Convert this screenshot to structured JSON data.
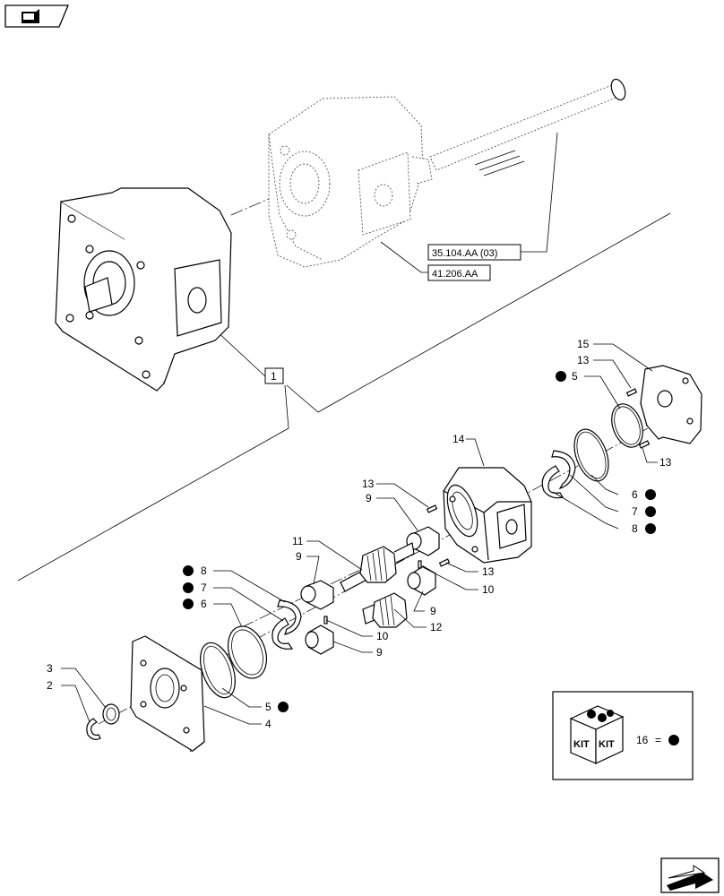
{
  "reference_codes": [
    "35.104.AA (03)",
    "41.206.AA"
  ],
  "group_label": "1",
  "kit": {
    "box_text_left": "KIT",
    "box_text_right": "KIT",
    "legend_number": "16",
    "legend_equals": "=",
    "legend_symbol": "●"
  },
  "callouts": {
    "n15": "15",
    "n13a": "13",
    "n5a": "5",
    "n13b": "13",
    "n14": "14",
    "n6a": "6",
    "n7a": "7",
    "n8a": "8",
    "n13c": "13",
    "n9a": "9",
    "n13d": "13",
    "n10a": "10",
    "n11": "11",
    "n9b": "9",
    "n9c": "9",
    "n12": "12",
    "n8b": "8",
    "n7b": "7",
    "n6b": "6",
    "n10b": "10",
    "n9d": "9",
    "n3": "3",
    "n2": "2",
    "n5b": "5",
    "n4": "4"
  },
  "kit_marker_symbol": "●",
  "icons": {
    "top_left": "book-navigation-icon",
    "bottom_right": "next-page-arrow-icon"
  }
}
